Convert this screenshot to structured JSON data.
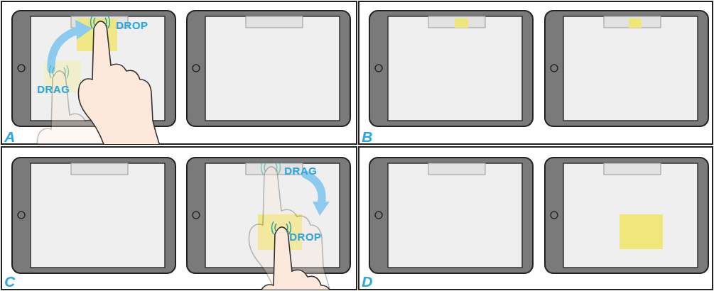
{
  "diagram": {
    "labels": [
      "DROP",
      "DRAG",
      "A",
      "B",
      "DRAG",
      "DROP",
      "C",
      "D"
    ]
  }
}
